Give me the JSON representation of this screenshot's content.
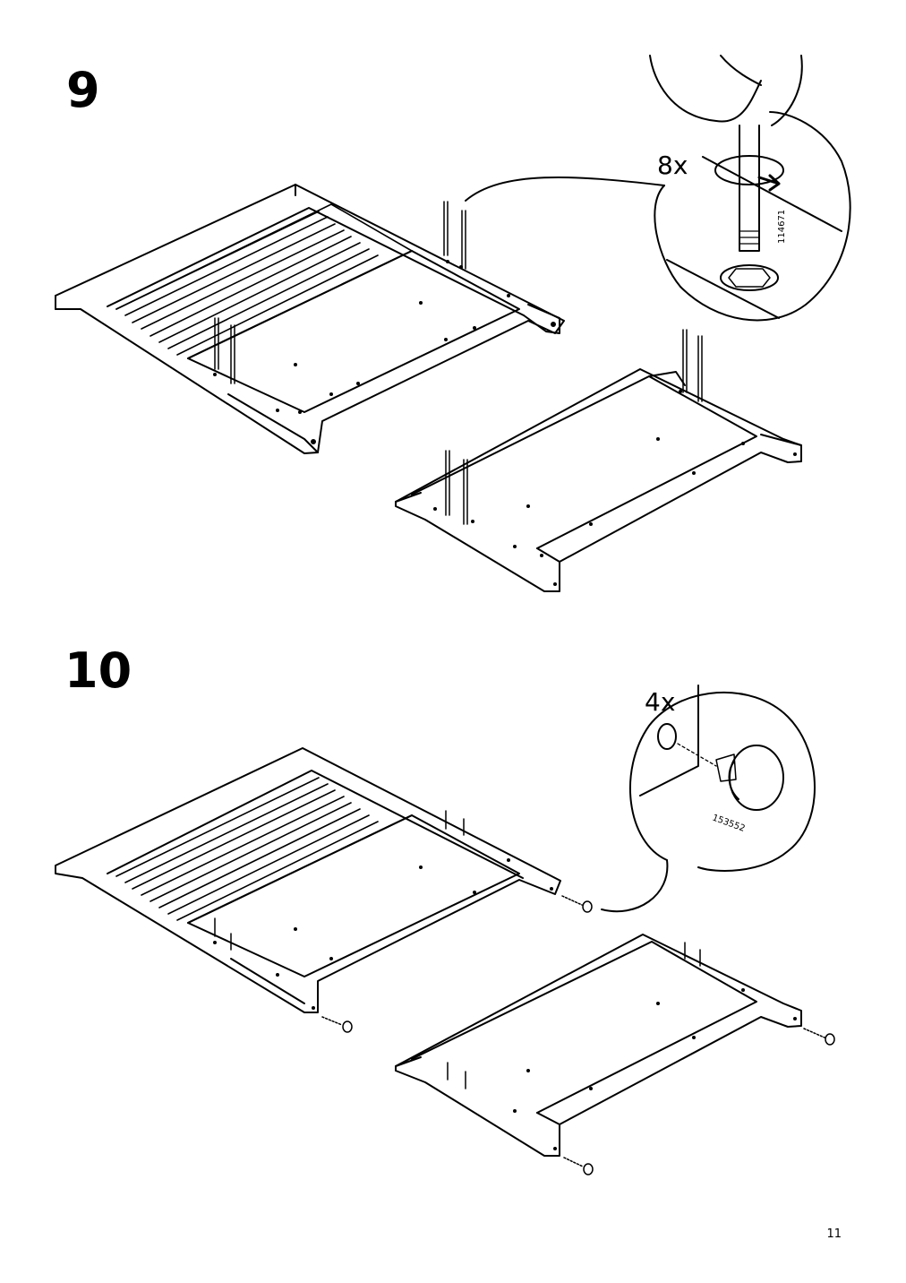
{
  "steps": [
    {
      "number": "9",
      "callout": {
        "quantity": "8x",
        "part_number": "114671",
        "part_icon": "dowel-icon"
      }
    },
    {
      "number": "10",
      "callout": {
        "quantity": "4x",
        "part_number": "153552",
        "part_icon": "plastic-foot-icon"
      }
    }
  ],
  "page_number": "11",
  "colors": {
    "ink": "#000000",
    "paper": "#ffffff"
  }
}
